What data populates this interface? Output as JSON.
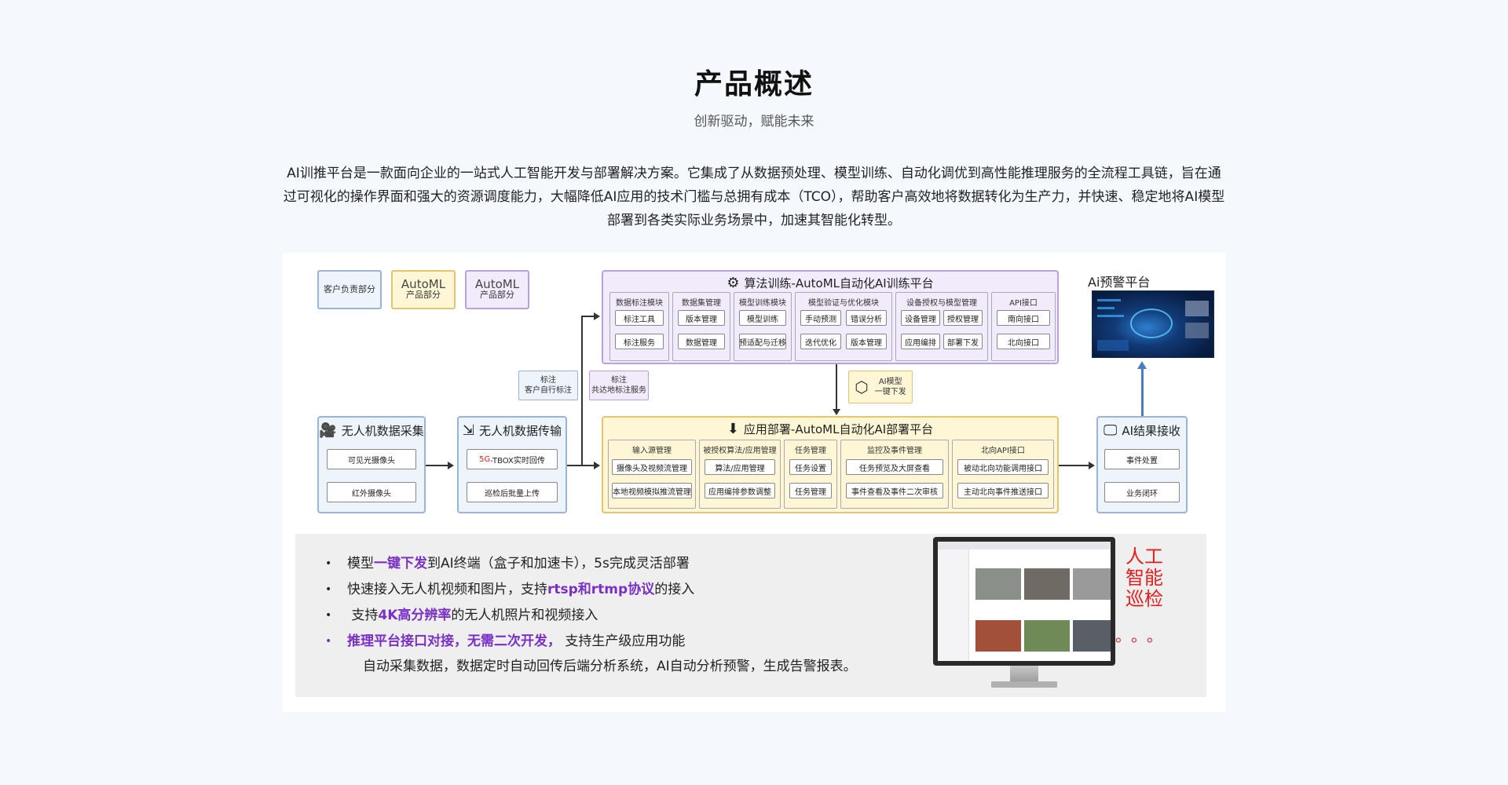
{
  "header": {
    "title": "产品概述",
    "subtitle": "创新驱动，赋能未来"
  },
  "intro": {
    "text": "AI训推平台是一款面向企业的一站式人工智能开发与部署解决方案。它集成了从数据预处理、模型训练、自动化调优到高性能推理服务的全流程工具链，旨在通过可视化的操作界面和强大的资源调度能力，大幅降低AI应用的技术门槛与总拥有成本（TCO），帮助客户高效地将数据转化为生产力，并快速、稳定地将AI模型部署到各类实际业务场景中，加速其智能化转型。"
  },
  "diagram": {
    "legend": {
      "customer": "客户负责部分",
      "automl_yellow_top": "AutoML",
      "automl_yellow_bottom": "产品部分",
      "automl_purple_top": "AutoML",
      "automl_purple_bottom": "产品部分"
    },
    "training": {
      "title": "算法训练-AutoML自动化AI训练平台",
      "modules": [
        {
          "head": "数据标注模块",
          "cells": [
            "标注工具",
            "标注服务"
          ]
        },
        {
          "head": "数据集管理",
          "cells": [
            "版本管理",
            "数据管理"
          ]
        },
        {
          "head": "模型训练模块",
          "cells": [
            "模型训练",
            "预适配与迁移"
          ]
        },
        {
          "head": "模型验证与优化模块",
          "cells": [
            "手动预测",
            "错误分析",
            "迭代优化",
            "版本管理"
          ]
        },
        {
          "head": "设备授权与模型管理",
          "cells": [
            "设备管理",
            "授权管理",
            "应用编排",
            "部署下发"
          ]
        },
        {
          "head": "API接口",
          "cells": [
            "南向接口",
            "北向接口"
          ]
        }
      ]
    },
    "label_tags": [
      {
        "top": "标注",
        "bottom": "客户自行标注"
      },
      {
        "top": "标注",
        "bottom": "共达地标注服务"
      }
    ],
    "ai_model": {
      "top": "AI模型",
      "bottom": "一键下发"
    },
    "uav_collect": {
      "title": "无人机数据采集",
      "cells": [
        "可见光摄像头",
        "红外摄像头"
      ]
    },
    "uav_transfer": {
      "title": "无人机数据传输",
      "cell1_prefix": "5G",
      "cell1_rest": "-TBOX实时回传",
      "cell2": "巡检后批量上传"
    },
    "deploy": {
      "title": "应用部署-AutoML自动化AI部署平台",
      "modules": [
        {
          "head": "输入源管理",
          "cells": [
            "摄像头及视频流管理",
            "本地视频模拟推流管理"
          ]
        },
        {
          "head": "被授权算法/应用管理",
          "cells": [
            "算法/应用管理",
            "应用编排参数调整"
          ]
        },
        {
          "head": "任务管理",
          "cells": [
            "任务设置",
            "任务管理"
          ]
        },
        {
          "head": "监控及事件管理",
          "cells": [
            "任务预览及大屏查看",
            "事件查看及事件二次审核"
          ]
        },
        {
          "head": "北向API接口",
          "cells": [
            "被动北向功能调用接口",
            "主动北向事件推送接口"
          ]
        }
      ]
    },
    "result": {
      "title": "AI结果接收",
      "cells": [
        "事件处置",
        "业务闭环"
      ]
    },
    "warning_platform": {
      "title": "Ai预警平台"
    }
  },
  "features": {
    "items": [
      {
        "pre": "模型",
        "hl": "一键下发",
        "post": "到AI终端（盒子和加速卡），5s完成灵活部署"
      },
      {
        "pre": "快速接入无人机视频和图片，支持",
        "hl": "rtsp和rtmp协议",
        "post": "的接入"
      },
      {
        "pre": " 支持",
        "hl": "4K高分辨率",
        "post": "的无人机照片和视频接入"
      },
      {
        "pre": "",
        "hl": "推理平台接口对接，无需二次开发，",
        "post": " 支持生产级应用功能"
      }
    ],
    "sub": "自动采集数据，数据定时自动回传后端分析系统，AI自动分析预警，生成告警报表。",
    "red_label": "人工智能巡检",
    "red_dots": "。。。"
  },
  "colors": {
    "accent_purple": "#7a30c8",
    "alert_red": "#e51e1e",
    "arrow_blue": "#4a7cc0"
  }
}
